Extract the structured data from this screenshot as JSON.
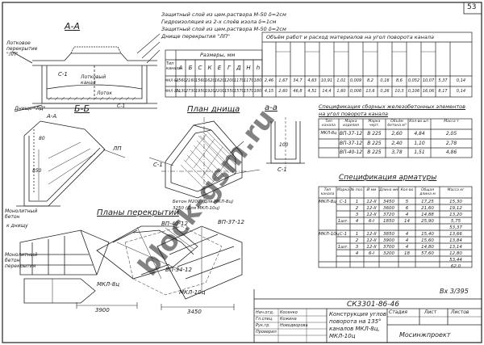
{
  "sheet_number": "53",
  "watermark": "block-gsm.ru",
  "section_aa": {
    "title": "А-А",
    "label_slab": "Лотковое перекрытие \"ЛП\"",
    "label_c1": "С-1",
    "label_channel": "Лотковый канал",
    "label_tray": "Лоток",
    "label_bottom": "Днище \"ЛД\"",
    "label_c2": "С-1",
    "notes": [
      "Защитный слой из цем.раствора М-50 δ=2см",
      "Гидроизоляция из 2-х слоёв изола δ=1см",
      "Защитный слой из цем.раствора М-50 δ=2см",
      "Днище перекрытия \"ЛП\""
    ]
  },
  "dim_table": {
    "title": "Размеры, мм",
    "type_header": "Тип канала",
    "columns": [
      "А",
      "Б",
      "С",
      "К",
      "Е",
      "Г",
      "Д",
      "Н",
      "h"
    ],
    "rows": [
      {
        "type": "МКЛ-8ц",
        "values": [
          "2560",
          "2160",
          "1560",
          "1620",
          "1620",
          "1200",
          "1170",
          "1170",
          "180"
        ]
      },
      {
        "type": "МКЛ-10ц",
        "values": [
          "3130",
          "2730",
          "1950",
          "1920",
          "2200",
          "1550",
          "1570",
          "1570",
          "180"
        ]
      }
    ]
  },
  "works_table": {
    "title": "Объём работ и расход материалов на угол поворота канала",
    "rows": [
      {
        "values": [
          "2,46",
          "1,67",
          "34,7",
          "4,63",
          "10,91",
          "1,01",
          "0,009",
          "8,2",
          "0,16",
          "8,6",
          "0,052",
          "10,07",
          "5,37",
          "0,14"
        ]
      },
      {
        "values": [
          "4,15",
          "2,60",
          "46,8",
          "4,51",
          "14,4",
          "1,60",
          "0,006",
          "13,6",
          "0,26",
          "10,3",
          "0,106",
          "16,06",
          "8,17",
          "0,14"
        ]
      }
    ]
  },
  "section_bb": {
    "title": "Б-Б",
    "label_aa": "А-А",
    "notes": [
      "ЛП",
      "80",
      "850"
    ]
  },
  "plan_bottom": {
    "title": "План днища",
    "labels": [
      "С-1",
      "Бетон M200 (Для МКЛ-8ц)",
      "3250 (Для МКЛ-10ц)"
    ]
  },
  "section_aa2": {
    "title": "а-а",
    "labels": [
      "100",
      "С-1"
    ]
  },
  "plans_floor": {
    "title": "Планы перекрытий",
    "labels": [
      "ВП-40-12",
      "ВП-37-12",
      "ВП-34-12",
      "МКЛ-8ц",
      "МКЛ-10ц",
      "Монолитный бетон перекрытия",
      "Монолитный бетон",
      "к днищу"
    ],
    "dims": [
      "3900",
      "3450"
    ]
  },
  "spec_elements": {
    "title": "Спецификация сборных железобетонных элементов на угол поворота канала",
    "headers": [
      "Тип канала",
      "Марка изделия",
      "Марка черт.",
      "Объём бетона м³",
      "Кол-во шт.",
      "Масса т"
    ],
    "rows": [
      {
        "type": "МКЛ-8ц",
        "mark": "ВП-37-12",
        "doc": "В 225",
        "vol": "2,60",
        "qty": "4,84",
        "mass": "2,05"
      },
      {
        "type": "",
        "mark": "ВП-37-12",
        "doc": "В 225",
        "vol": "2,40",
        "qty": "1,10",
        "mass": "2,78"
      },
      {
        "type": "",
        "mark": "ВП-40-12",
        "doc": "В 225",
        "vol": "3,78",
        "qty": "1,51",
        "mass": "4,86"
      }
    ]
  },
  "spec_rebar": {
    "title": "Спецификация арматуры",
    "headers": [
      "Тип канала",
      "Марка",
      "№ поз.",
      "Ø мм",
      "Длина мм",
      "Кол-во",
      "Общая длина м",
      "Масса кг"
    ],
    "rows": [
      [
        "МКЛ-8ц",
        "С-1",
        "1",
        "12-II",
        "3450",
        "5",
        "17,25",
        "15,30"
      ],
      [
        "",
        "",
        "2",
        "12-II",
        "3600",
        "6",
        "21,60",
        "19,12"
      ],
      [
        "",
        "",
        "3",
        "12-II",
        "3720",
        "4",
        "14,88",
        "13,20"
      ],
      [
        "",
        "1шт.",
        "4",
        "6-I",
        "1850",
        "14",
        "25,90",
        "5,75"
      ],
      [
        "",
        "",
        "",
        "",
        "",
        "",
        "",
        "53,37"
      ],
      [
        "МКЛ-10ц",
        "С-1",
        "1",
        "12-II",
        "3850",
        "4",
        "15,40",
        "13,66"
      ],
      [
        "",
        "",
        "2",
        "12-II",
        "3900",
        "4",
        "15,60",
        "13,84"
      ],
      [
        "",
        "1шт.",
        "3",
        "12-II",
        "3700",
        "4",
        "14,80",
        "13,14"
      ],
      [
        "",
        "",
        "4",
        "6-I",
        "3200",
        "18",
        "57,60",
        "12,80"
      ],
      [
        "",
        "",
        "",
        "",
        "",
        "",
        "",
        "53,44"
      ],
      [
        "",
        "",
        "",
        "",
        "",
        "",
        "",
        "62,0"
      ]
    ]
  },
  "title_block": {
    "code": "СК3301-86-46",
    "name": "Конструкция углов поворота на 135° каналов МКЛ-8ц, МКЛ-10ц",
    "org": "Мосинжпроект",
    "stage_hdr": "Стадия",
    "sheet_hdr": "Лист",
    "sheets_hdr": "Листов",
    "roles": [
      "Нач.отд.",
      "Гл.спец.",
      "Рук.гр.",
      "Проверил"
    ],
    "names": [
      "Косенко",
      "Кожина",
      "Новодворова",
      ""
    ],
    "stamp": "Вх 3/395"
  }
}
